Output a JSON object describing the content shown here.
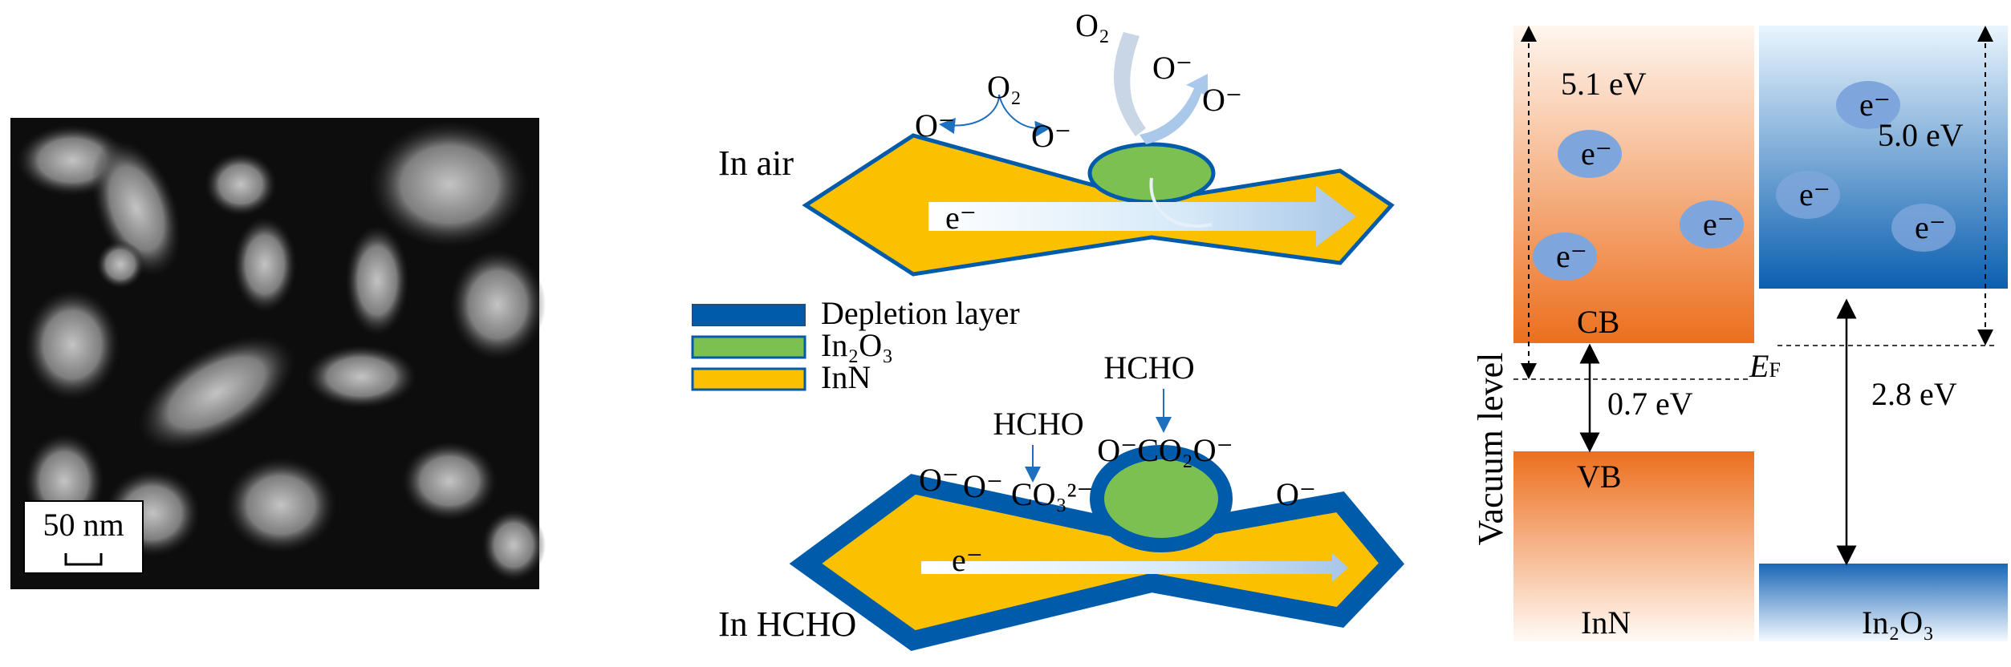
{
  "sem": {
    "scale_bar": "50 nm"
  },
  "mechanism": {
    "air_label": "In air",
    "hcho_label": "In HCHO",
    "air": {
      "o2_a": "O₂",
      "o_minus_1": "O⁻",
      "o_minus_2": "O⁻",
      "o2_b": "O₂",
      "o_minus_3": "O⁻",
      "o_minus_4": "O⁻",
      "electron": "e⁻"
    },
    "hcho": {
      "hcho_1": "HCHO",
      "hcho_2": "HCHO",
      "o_minus_1": "O⁻",
      "o_minus_2": "O⁻",
      "co3": "CO₃²⁻",
      "co2_group": "O⁻CO₂O⁻",
      "o_minus_3": "O⁻",
      "electron": "e⁻"
    },
    "legend": [
      {
        "label": "Depletion layer",
        "color": "#005bab"
      },
      {
        "label": "In₂O₃",
        "color": "#7dc052"
      },
      {
        "label": "InN",
        "color": "#fbc100"
      }
    ]
  },
  "band": {
    "axis_label": "Vacuum level",
    "inn_work_function": "5.1 eV",
    "in2o3_work_function": "5.0 eV",
    "inn_gap": "0.7 eV",
    "in2o3_gap": "2.8 eV",
    "cb": "CB",
    "vb": "VB",
    "ef": "E",
    "ef_sub": "F",
    "inn": "InN",
    "in2o3": "In₂O₃",
    "electron": "e⁻",
    "colors": {
      "inn": "#ec6f1e",
      "in2o3": "#0b5fb0",
      "electron": "#7fa6dc"
    }
  }
}
